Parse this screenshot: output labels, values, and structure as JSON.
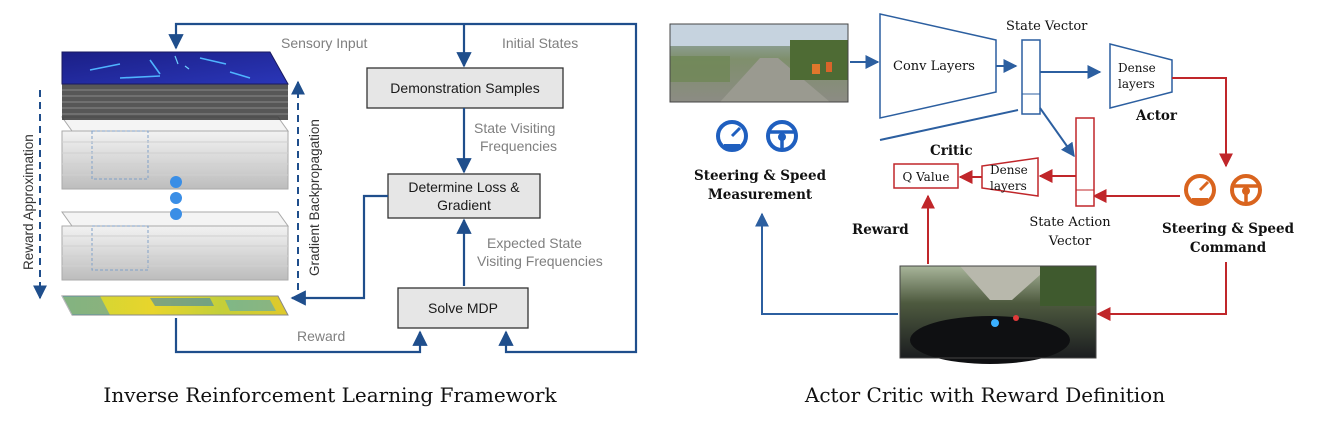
{
  "left": {
    "labels": {
      "sensory_input": "Sensory Input",
      "initial_states": "Initial States",
      "demonstration_samples": "Demonstration Samples",
      "state_visiting_1": "State Visiting",
      "state_visiting_2": "Frequencies",
      "determine_loss_1": "Determine Loss &",
      "determine_loss_2": "Gradient",
      "expected_state_1": "Expected State",
      "expected_state_2": "Visiting Frequencies",
      "solve_mdp": "Solve MDP",
      "reward": "Reward",
      "reward_approximation": "Reward Approximation",
      "gradient_backpropagation": "Gradient Backpropagation"
    },
    "caption": "Inverse Reinforcement Learning Framework"
  },
  "right": {
    "labels": {
      "conv_layers": "Conv Layers",
      "state_vector": "State Vector",
      "dense_1": "Dense",
      "dense_2": "layers",
      "actor": "Actor",
      "critic": "Critic",
      "q_value": "Q Value",
      "critic_dense_1": "Dense",
      "critic_dense_2": "layers",
      "state_action_1": "State Action",
      "state_action_2": "Vector",
      "steering_meas_1": "Steering & Speed",
      "steering_meas_2": "Measurement",
      "steering_cmd_1": "Steering & Speed",
      "steering_cmd_2": "Command",
      "reward": "Reward"
    },
    "caption": "Actor Critic with Reward Definition"
  },
  "colors": {
    "flow_blue": "#1f4e8c",
    "actor_blue": "#2c5fa0",
    "critic_red": "#c0262a",
    "icon_blue": "#1f5fbf",
    "icon_orange": "#d9641e",
    "box_fill": "#e6e6e6"
  },
  "icons": [
    "speedometer-icon",
    "steering-wheel-icon"
  ]
}
